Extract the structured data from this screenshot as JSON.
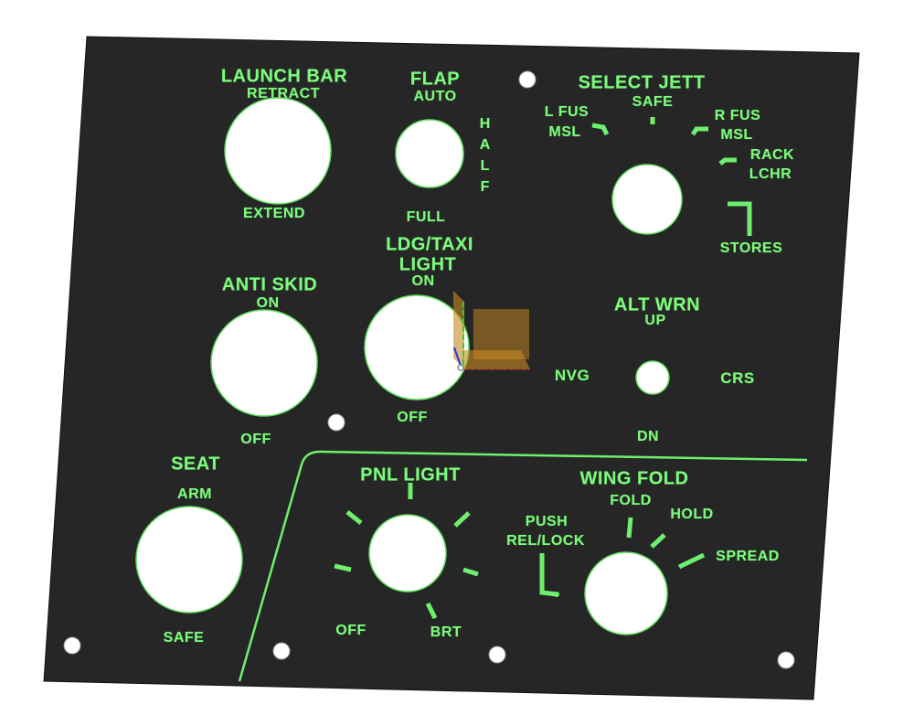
{
  "launch_bar": {
    "title": "LAUNCH BAR",
    "top": "RETRACT",
    "bottom": "EXTEND"
  },
  "flap": {
    "title": "FLAP",
    "top": "AUTO",
    "side": "HALF",
    "bottom": "FULL"
  },
  "ldg_taxi": {
    "title1": "LDG/TAXI",
    "title2": "LIGHT",
    "on": "ON",
    "off": "OFF"
  },
  "select_jett": {
    "title": "SELECT JETT",
    "safe": "SAFE",
    "lfus": "L FUS",
    "lmsl": "MSL",
    "rfus": "R FUS",
    "rmsl": "MSL",
    "rack": "RACK",
    "lchr": "LCHR",
    "stores": "STORES"
  },
  "anti_skid": {
    "title": "ANTI SKID",
    "on": "ON",
    "off": "OFF"
  },
  "alt_wrn": {
    "title": "ALT WRN",
    "up": "UP",
    "nvg": "NVG",
    "crs": "CRS",
    "dn": "DN"
  },
  "seat": {
    "title": "SEAT",
    "arm": "ARM",
    "safe": "SAFE"
  },
  "pnl_light": {
    "title": "PNL LIGHT",
    "off": "OFF",
    "brt": "BRT"
  },
  "wing_fold": {
    "title": "WING FOLD",
    "fold": "FOLD",
    "hold": "HOLD",
    "spread": "SPREAD",
    "push": "PUSH",
    "rel_lock": "REL/LOCK"
  },
  "colors": {
    "panel": "#262626",
    "legend": "#7dfb7d",
    "hole": "#ffffff"
  }
}
